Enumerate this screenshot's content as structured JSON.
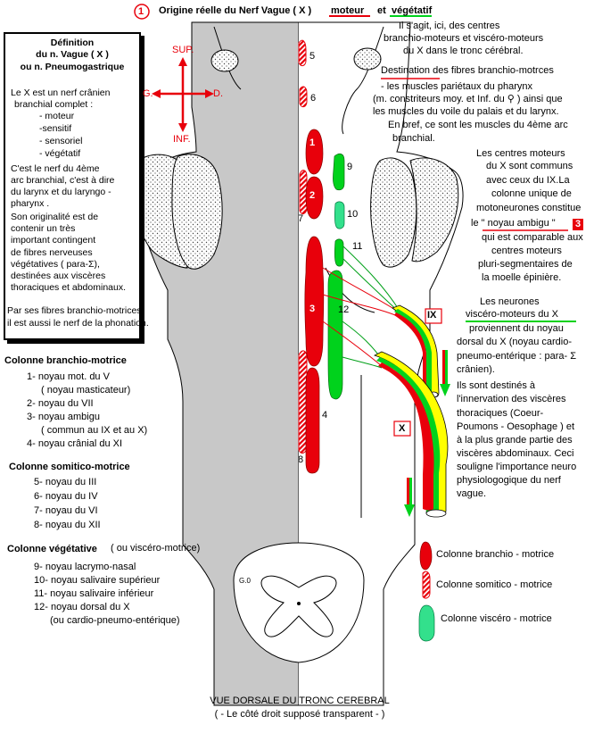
{
  "title": {
    "number": "1",
    "text": "Origine réelle du Nerf  Vague ( X )",
    "moteur": "moteur",
    "et": "et",
    "vegetatif": "végétatif"
  },
  "definition": {
    "heading": [
      "Définition",
      "du n. Vague ( X )",
      "ou n. Pneumogastrique"
    ],
    "intro": [
      "Le X est un nerf crânien",
      "branchial  complet :"
    ],
    "components": [
      "- moteur",
      "-sensitif",
      "- sensoriel",
      "- végétatif"
    ],
    "body": [
      "C'est le nerf du  4ème",
      "arc branchial, c'est à dire",
      "du larynx et du laryngo -",
      "pharynx .",
      "Son originalité est  de",
      "contenir un très",
      "important contingent",
      "de fibres nerveuses",
      "végétatives ( para-Σ),",
      "destinées aux viscères",
      "thoraciques et abdominaux.",
      "Par ses fibres branchio-motrices",
      "il est aussi le nerf de la phonation."
    ]
  },
  "compass": {
    "up": "SUP.",
    "down": "INF.",
    "left": "G.",
    "right": "D."
  },
  "legend_lists": {
    "branchio_title": "Colonne branchio-motrice",
    "branchio_items": [
      "1- noyau mot. du V",
      "( noyau masticateur)",
      "2- noyau du VII",
      "3- noyau ambigu",
      "( commun au IX et au X)",
      "4- noyau crânial du XI"
    ],
    "somitic_title": "Colonne somitico-motrice",
    "somitic_items": [
      "5- noyau du III",
      "6- noyau du IV",
      "7- noyau du VI",
      "8- noyau du XII"
    ],
    "veg_title": "Colonne végétative",
    "veg_subtitle": "( ou viscéro-motrice)",
    "veg_items": [
      "9- noyau lacrymo-nasal",
      "10- noyau salivaire supérieur",
      "11- noyau salivaire inférieur",
      "12- noyau dorsal du X",
      "(ou cardio-pneumo-entérique)"
    ]
  },
  "right_text": {
    "p1": [
      "Il s'agit, ici, des centres",
      "branchio-moteurs  et  viscéro-moteurs",
      "du  X  dans le tronc cérébral."
    ],
    "dest_label": "Destination",
    "dest_rest": " des fibres  branchio-motrces",
    "p2": [
      "- les muscles pariétaux du pharynx",
      "(m. constriteurs moy. et Inf. du  ⚲ ) ainsi que",
      "les  muscles du voile du palais et du larynx.",
      "En  bref, ce sont les muscles du 4ème arc",
      "branchial."
    ],
    "p3": [
      "Les centres moteurs",
      "du X sont communs",
      "avec ceux du IX.La",
      "colonne unique de",
      "motoneurones  constitue"
    ],
    "ambigu_pre": "le \"",
    "ambigu": " noyau  ambigu ",
    "ambigu_post": "\"",
    "ambigu_num": "3",
    "p4": [
      "qui  est  comparable aux",
      "centres moteurs",
      "pluri-segmentaires de",
      "la moelle épinière."
    ],
    "p5a": "Les neurones",
    "p5b": "viscéro-moteurs du  X",
    "p6": [
      "proviennent du noyau",
      "dorsal du X (noyau cardio-",
      "pneumo-entérique : para- Σ",
      "crânien).",
      "Ils sont destinés à",
      "l'innervation des viscères",
      "thoraciques (Coeur-",
      "Poumons - Oesophage ) et",
      "à la plus grande partie des",
      "viscères abdominaux. Ceci",
      "souligne l'importance neuro",
      "physiologogique du nerf",
      "vague."
    ]
  },
  "nuclei_labels": [
    "1",
    "2",
    "3",
    "4",
    "5",
    "6",
    "7",
    "8",
    "9",
    "10",
    "11",
    "12"
  ],
  "nerve_labels": {
    "ix": "IX",
    "x": "X"
  },
  "cord_label": "G.0",
  "legend": {
    "branchio": "Colonne branchio - motrice",
    "somitic": "Colonne somitico - motrice",
    "visceral": "Colonne viscéro - motrice"
  },
  "caption": [
    "VUE DORSALE DU TRONC CEREBRAL",
    "( - Le côté droit supposé transparent - )"
  ],
  "colors": {
    "red": "#e8000b",
    "green": "#00d21c",
    "mint": "#33e08c",
    "yellow": "#ffff00",
    "gray": "#c8c8c8"
  }
}
